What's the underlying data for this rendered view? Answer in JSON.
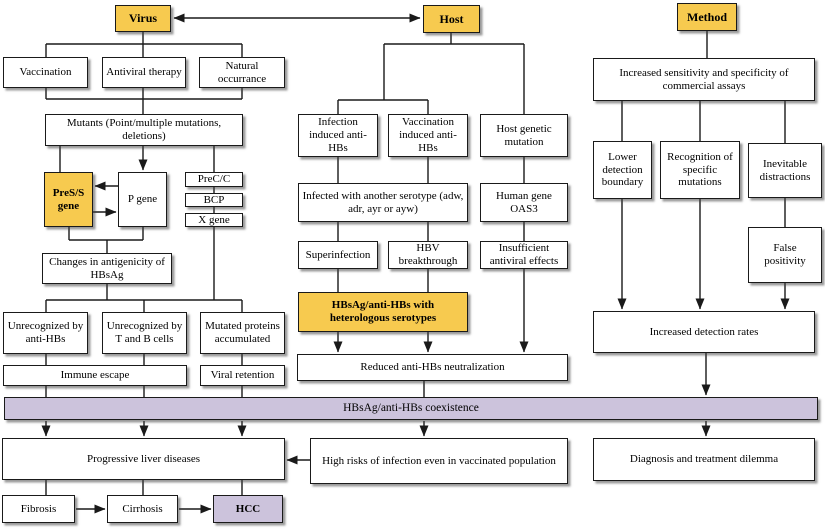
{
  "meta": {
    "title": "HBsAg/anti-HBs coexistence mechanism flowchart",
    "branches": [
      "Virus",
      "Host",
      "Method"
    ]
  },
  "colors": {
    "header_fill": "#F7CA4F",
    "highlight_fill": "#CCC3DC",
    "box_fill": "#FFFFFF",
    "line": "#1A1A1A"
  },
  "nodes": {
    "virus": {
      "label": "Virus"
    },
    "host": {
      "label": "Host"
    },
    "method": {
      "label": "Method"
    },
    "vaccination": {
      "label": "Vaccination"
    },
    "antiviral_therapy": {
      "label": "Antiviral therapy"
    },
    "natural_occurrance": {
      "label": "Natural occurrance"
    },
    "mutants": {
      "label": "Mutants (Point/multiple mutations, deletions)"
    },
    "pres_s_gene": {
      "label": "PreS/S gene"
    },
    "p_gene": {
      "label": "P gene"
    },
    "prec_c": {
      "label": "PreC/C"
    },
    "bcp": {
      "label": "BCP"
    },
    "x_gene": {
      "label": "X gene"
    },
    "changes_antigenicity": {
      "label": "Changes in antigenicity of HBsAg"
    },
    "unrecognized_anti_hbs": {
      "label": "Unrecognized by anti-HBs"
    },
    "unrecognized_t_b": {
      "label": "Unrecognized by T and B cells"
    },
    "mutated_proteins": {
      "label": "Mutated proteins accumulated"
    },
    "immune_escape": {
      "label": "Immune escape"
    },
    "viral_retention": {
      "label": "Viral retention"
    },
    "infection_induced": {
      "label": "Infection induced anti-HBs"
    },
    "vaccination_induced": {
      "label": "Vaccination induced anti-HBs"
    },
    "host_genetic_mutation": {
      "label": "Host genetic mutation"
    },
    "infected_serotype": {
      "label": "Infected with another serotype (adw, adr, ayr or ayw)"
    },
    "human_gene_oas3": {
      "label": "Human gene OAS3"
    },
    "superinfection": {
      "label": "Superinfection"
    },
    "hbv_breakthrough": {
      "label": "HBV breakthrough"
    },
    "insufficient_antiviral": {
      "label": "Insufficient antiviral effects"
    },
    "heterologous_serotypes": {
      "label": "HBsAg/anti-HBs with heterologous serotypes"
    },
    "reduced_neutralization": {
      "label": "Reduced anti-HBs neutralization"
    },
    "coexistence": {
      "label": "HBsAg/anti-HBs coexistence"
    },
    "progressive_liver": {
      "label": "Progressive liver diseases"
    },
    "high_risks": {
      "label": "High risks of infection even in vaccinated population"
    },
    "diagnosis_dilemma": {
      "label": "Diagnosis and treatment dilemma"
    },
    "fibrosis": {
      "label": "Fibrosis"
    },
    "cirrhosis": {
      "label": "Cirrhosis"
    },
    "hcc": {
      "label": "HCC"
    },
    "increased_sensitivity": {
      "label": "Increased sensitivity and specificity of commercial assays"
    },
    "lower_detection": {
      "label": "Lower detection boundary"
    },
    "recognition_mutations": {
      "label": "Recognition of specific mutations"
    },
    "inevitable_distractions": {
      "label": "Inevitable distractions"
    },
    "false_positivity": {
      "label": "False positivity"
    },
    "increased_detection": {
      "label": "Increased detection rates"
    }
  },
  "edges": [
    {
      "from": "virus",
      "to": "host",
      "type": "double-arrow"
    },
    {
      "from": "virus",
      "to": "vaccination",
      "type": "line"
    },
    {
      "from": "virus",
      "to": "antiviral_therapy",
      "type": "line"
    },
    {
      "from": "virus",
      "to": "natural_occurrance",
      "type": "line"
    },
    {
      "from": "vaccination",
      "to": "mutants",
      "type": "line"
    },
    {
      "from": "antiviral_therapy",
      "to": "mutants",
      "type": "line"
    },
    {
      "from": "natural_occurrance",
      "to": "mutants",
      "type": "line"
    },
    {
      "from": "mutants",
      "to": "pres_s_gene",
      "type": "line"
    },
    {
      "from": "mutants",
      "to": "p_gene",
      "type": "arrow"
    },
    {
      "from": "mutants",
      "to": "prec_c",
      "type": "line"
    },
    {
      "from": "p_gene",
      "to": "pres_s_gene",
      "type": "arrow"
    },
    {
      "from": "pres_s_gene",
      "to": "p_gene",
      "type": "arrow"
    },
    {
      "from": "prec_c",
      "to": "bcp",
      "type": "line"
    },
    {
      "from": "bcp",
      "to": "x_gene",
      "type": "line"
    },
    {
      "from": "pres_s_gene",
      "to": "changes_antigenicity",
      "type": "line"
    },
    {
      "from": "p_gene",
      "to": "changes_antigenicity",
      "type": "line"
    },
    {
      "from": "changes_antigenicity",
      "to": "unrecognized_anti_hbs",
      "type": "line"
    },
    {
      "from": "changes_antigenicity",
      "to": "unrecognized_t_b",
      "type": "line"
    },
    {
      "from": "x_gene",
      "to": "mutated_proteins",
      "type": "line"
    },
    {
      "from": "unrecognized_anti_hbs",
      "to": "immune_escape",
      "type": "line"
    },
    {
      "from": "unrecognized_t_b",
      "to": "immune_escape",
      "type": "line"
    },
    {
      "from": "mutated_proteins",
      "to": "viral_retention",
      "type": "line"
    },
    {
      "from": "immune_escape",
      "to": "coexistence",
      "type": "line"
    },
    {
      "from": "viral_retention",
      "to": "coexistence",
      "type": "line"
    },
    {
      "from": "host",
      "to": "infection_induced",
      "type": "line"
    },
    {
      "from": "host",
      "to": "vaccination_induced",
      "type": "line"
    },
    {
      "from": "host",
      "to": "host_genetic_mutation",
      "type": "line"
    },
    {
      "from": "infection_induced",
      "to": "infected_serotype",
      "type": "line"
    },
    {
      "from": "vaccination_induced",
      "to": "infected_serotype",
      "type": "line"
    },
    {
      "from": "host_genetic_mutation",
      "to": "human_gene_oas3",
      "type": "line"
    },
    {
      "from": "infected_serotype",
      "to": "superinfection",
      "type": "line"
    },
    {
      "from": "infected_serotype",
      "to": "hbv_breakthrough",
      "type": "line"
    },
    {
      "from": "human_gene_oas3",
      "to": "insufficient_antiviral",
      "type": "line"
    },
    {
      "from": "superinfection",
      "to": "heterologous_serotypes",
      "type": "line"
    },
    {
      "from": "hbv_breakthrough",
      "to": "heterologous_serotypes",
      "type": "line"
    },
    {
      "from": "heterologous_serotypes",
      "to": "reduced_neutralization",
      "type": "arrow"
    },
    {
      "from": "insufficient_antiviral",
      "to": "reduced_neutralization",
      "type": "arrow"
    },
    {
      "from": "reduced_neutralization",
      "to": "coexistence",
      "type": "line"
    },
    {
      "from": "method",
      "to": "increased_sensitivity",
      "type": "line"
    },
    {
      "from": "increased_sensitivity",
      "to": "lower_detection",
      "type": "line"
    },
    {
      "from": "increased_sensitivity",
      "to": "recognition_mutations",
      "type": "line"
    },
    {
      "from": "increased_sensitivity",
      "to": "inevitable_distractions",
      "type": "line"
    },
    {
      "from": "lower_detection",
      "to": "increased_detection",
      "type": "arrow"
    },
    {
      "from": "recognition_mutations",
      "to": "increased_detection",
      "type": "arrow"
    },
    {
      "from": "inevitable_distractions",
      "to": "false_positivity",
      "type": "line"
    },
    {
      "from": "false_positivity",
      "to": "increased_detection",
      "type": "arrow"
    },
    {
      "from": "increased_detection",
      "to": "coexistence",
      "type": "arrow"
    },
    {
      "from": "coexistence",
      "to": "progressive_liver",
      "type": "arrow"
    },
    {
      "from": "coexistence",
      "to": "high_risks",
      "type": "arrow"
    },
    {
      "from": "coexistence",
      "to": "diagnosis_dilemma",
      "type": "arrow"
    },
    {
      "from": "high_risks",
      "to": "progressive_liver",
      "type": "arrow"
    },
    {
      "from": "progressive_liver",
      "to": "fibrosis",
      "type": "line"
    },
    {
      "from": "progressive_liver",
      "to": "cirrhosis",
      "type": "line"
    },
    {
      "from": "progressive_liver",
      "to": "hcc",
      "type": "line"
    },
    {
      "from": "fibrosis",
      "to": "cirrhosis",
      "type": "arrow"
    },
    {
      "from": "cirrhosis",
      "to": "hcc",
      "type": "arrow"
    }
  ]
}
